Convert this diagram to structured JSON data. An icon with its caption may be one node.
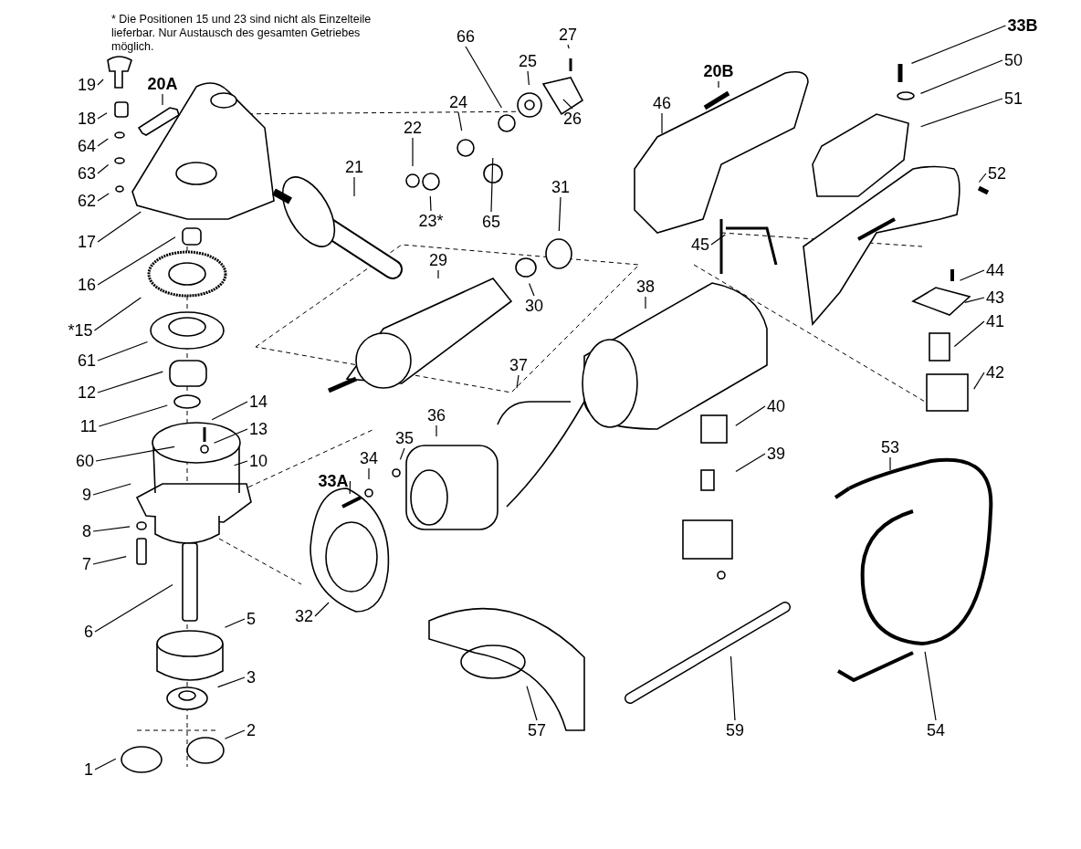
{
  "diagram": {
    "nodes": [
      {
        "text": [
          "19"
        ]
      },
      {
        "text": [
          "20A"
        ]
      },
      {
        "text": [
          "18"
        ]
      },
      {
        "text": [
          "64"
        ]
      },
      {
        "text": [
          "63"
        ]
      },
      {
        "text": [
          "62"
        ]
      },
      {
        "text": [
          "17"
        ]
      },
      {
        "text": [
          "16"
        ]
      },
      {
        "text": [
          "*15"
        ]
      },
      {
        "text": [
          "61"
        ]
      },
      {
        "text": [
          "12"
        ]
      },
      {
        "text": [
          "11"
        ]
      },
      {
        "text": [
          "14"
        ]
      },
      {
        "text": [
          "13"
        ]
      },
      {
        "text": [
          "10"
        ]
      },
      {
        "text": [
          "60"
        ]
      },
      {
        "text": [
          "9"
        ]
      },
      {
        "text": [
          "8"
        ]
      },
      {
        "text": [
          "7"
        ]
      },
      {
        "text": [
          "6"
        ]
      },
      {
        "text": [
          "5"
        ]
      },
      {
        "text": [
          "3"
        ]
      },
      {
        "text": [
          "2"
        ]
      },
      {
        "text": [
          "1"
        ]
      },
      {
        "text": [
          "21"
        ]
      },
      {
        "text": [
          "22"
        ]
      },
      {
        "text": [
          "23*"
        ]
      },
      {
        "text": [
          "24"
        ]
      },
      {
        "text": [
          "65"
        ]
      },
      {
        "text": [
          "66"
        ]
      },
      {
        "text": [
          "25"
        ]
      },
      {
        "text": [
          "27"
        ]
      },
      {
        "text": [
          "26"
        ]
      },
      {
        "text": [
          "31"
        ]
      },
      {
        "text": [
          "29"
        ]
      },
      {
        "text": [
          "30"
        ]
      },
      {
        "text": [
          "37"
        ]
      },
      {
        "text": [
          "36"
        ]
      },
      {
        "text": [
          "35"
        ]
      },
      {
        "text": [
          "34"
        ]
      },
      {
        "text": [
          "33A"
        ]
      },
      {
        "text": [
          "32"
        ]
      },
      {
        "text": [
          "33B"
        ]
      },
      {
        "text": [
          "50"
        ]
      },
      {
        "text": [
          "51"
        ]
      },
      {
        "text": [
          "46"
        ]
      },
      {
        "text": [
          "20B"
        ]
      },
      {
        "text": [
          "52"
        ]
      },
      {
        "text": [
          "45"
        ]
      },
      {
        "text": [
          "38"
        ]
      },
      {
        "text": [
          "44"
        ]
      },
      {
        "text": [
          "43"
        ]
      },
      {
        "text": [
          "41"
        ]
      },
      {
        "text": [
          "42"
        ]
      },
      {
        "text": [
          "40"
        ]
      },
      {
        "text": [
          "39"
        ]
      },
      {
        "text": [
          "53"
        ]
      },
      {
        "text": [
          "57"
        ]
      },
      {
        "text": [
          "59"
        ]
      },
      {
        "text": [
          "54"
        ]
      }
    ],
    "edges": [
      {
        "from": 0,
        "to": null,
        "arrow": "none"
      },
      {
        "from": 1,
        "to": null,
        "arrow": "none"
      },
      {
        "from": 2,
        "to": null,
        "arrow": "none"
      },
      {
        "from": 3,
        "to": null,
        "arrow": "none"
      },
      {
        "from": 4,
        "to": null,
        "arrow": "none"
      },
      {
        "from": 5,
        "to": null,
        "arrow": "none"
      },
      {
        "from": 6,
        "to": null,
        "arrow": "none"
      },
      {
        "from": 7,
        "to": null,
        "arrow": "none"
      },
      {
        "from": 8,
        "to": null,
        "arrow": "none"
      },
      {
        "from": 9,
        "to": null,
        "arrow": "none"
      },
      {
        "from": 10,
        "to": null,
        "arrow": "none"
      },
      {
        "from": 11,
        "to": null,
        "arrow": "none"
      },
      {
        "from": 12,
        "to": null,
        "arrow": "none"
      },
      {
        "from": 13,
        "to": null,
        "arrow": "none"
      },
      {
        "from": 14,
        "to": null,
        "arrow": "none"
      },
      {
        "from": 15,
        "to": null,
        "arrow": "none"
      },
      {
        "from": 16,
        "to": null,
        "arrow": "none"
      },
      {
        "from": 17,
        "to": null,
        "arrow": "none"
      },
      {
        "from": 18,
        "to": null,
        "arrow": "none"
      },
      {
        "from": 19,
        "to": null,
        "arrow": "none"
      },
      {
        "from": 20,
        "to": null,
        "arrow": "none"
      },
      {
        "from": 21,
        "to": null,
        "arrow": "none"
      },
      {
        "from": 22,
        "to": null,
        "arrow": "none"
      },
      {
        "from": 23,
        "to": null,
        "arrow": "none"
      },
      {
        "from": 24,
        "to": null,
        "arrow": "none"
      },
      {
        "from": 25,
        "to": null,
        "arrow": "none"
      },
      {
        "from": 26,
        "to": null,
        "arrow": "none"
      },
      {
        "from": 27,
        "to": null,
        "arrow": "none"
      },
      {
        "from": 28,
        "to": null,
        "arrow": "none"
      },
      {
        "from": 29,
        "to": null,
        "arrow": "none"
      },
      {
        "from": 30,
        "to": null,
        "arrow": "none"
      },
      {
        "from": 31,
        "to": null,
        "arrow": "none"
      },
      {
        "from": 32,
        "to": null,
        "arrow": "none"
      },
      {
        "from": 33,
        "to": null,
        "arrow": "none"
      },
      {
        "from": 34,
        "to": null,
        "arrow": "none"
      },
      {
        "from": 35,
        "to": null,
        "arrow": "none"
      },
      {
        "from": 36,
        "to": null,
        "arrow": "none"
      },
      {
        "from": 37,
        "to": null,
        "arrow": "none"
      },
      {
        "from": 38,
        "to": null,
        "arrow": "none"
      },
      {
        "from": 39,
        "to": null,
        "arrow": "none"
      },
      {
        "from": 40,
        "to": null,
        "arrow": "none"
      },
      {
        "from": 41,
        "to": null,
        "arrow": "none"
      },
      {
        "from": 42,
        "to": null,
        "arrow": "none"
      },
      {
        "from": 43,
        "to": null,
        "arrow": "none"
      },
      {
        "from": 44,
        "to": null,
        "arrow": "none"
      },
      {
        "from": 45,
        "to": null,
        "arrow": "none"
      },
      {
        "from": 46,
        "to": null,
        "arrow": "none"
      },
      {
        "from": 47,
        "to": null,
        "arrow": "none"
      },
      {
        "from": 48,
        "to": null,
        "arrow": "none"
      },
      {
        "from": 49,
        "to": null,
        "arrow": "none"
      },
      {
        "from": 50,
        "to": null,
        "arrow": "none"
      },
      {
        "from": 51,
        "to": null,
        "arrow": "none"
      },
      {
        "from": 52,
        "to": null,
        "arrow": "none"
      },
      {
        "from": 53,
        "to": null,
        "arrow": "none"
      },
      {
        "from": 54,
        "to": null,
        "arrow": "none"
      },
      {
        "from": 55,
        "to": null,
        "arrow": "none"
      },
      {
        "from": 56,
        "to": null,
        "arrow": "none"
      },
      {
        "from": 57,
        "to": null,
        "arrow": "none"
      },
      {
        "from": 58,
        "to": null,
        "arrow": "none"
      },
      {
        "from": 59,
        "to": null,
        "arrow": "none"
      }
    ],
    "labels": [
      "* Die Positionen 15 und 23 sind nicht als Einzelteile lieferbar. Nur Austausch des gesamten Getriebes möglich."
    ]
  }
}
